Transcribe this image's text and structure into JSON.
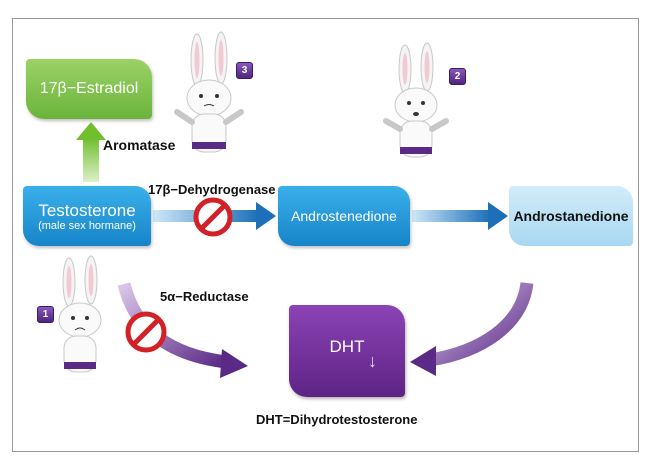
{
  "nodes": {
    "estradiol": "17β−Estradiol",
    "testosterone": "Testosterone",
    "testosterone_sub": "(male sex hormane)",
    "androstenedione": "Androstenedione",
    "androstanedione": "Androstanedione",
    "dht": "DHT"
  },
  "enzymes": {
    "aromatase": "Aromatase",
    "dehydrogenase": "17β−Dehydrogenase",
    "reductase": "5α−Reductase"
  },
  "footnote": "DHT=Dihydrotestosterone",
  "badges": [
    "1",
    "2",
    "3"
  ],
  "icons": [
    "prohibited-icon",
    "rabbit-mascot"
  ],
  "colors": {
    "estradiol_green": "#7cc142",
    "blue": "#1f93d6",
    "light_blue": "#bfe3f6",
    "purple": "#6a2c8f"
  }
}
